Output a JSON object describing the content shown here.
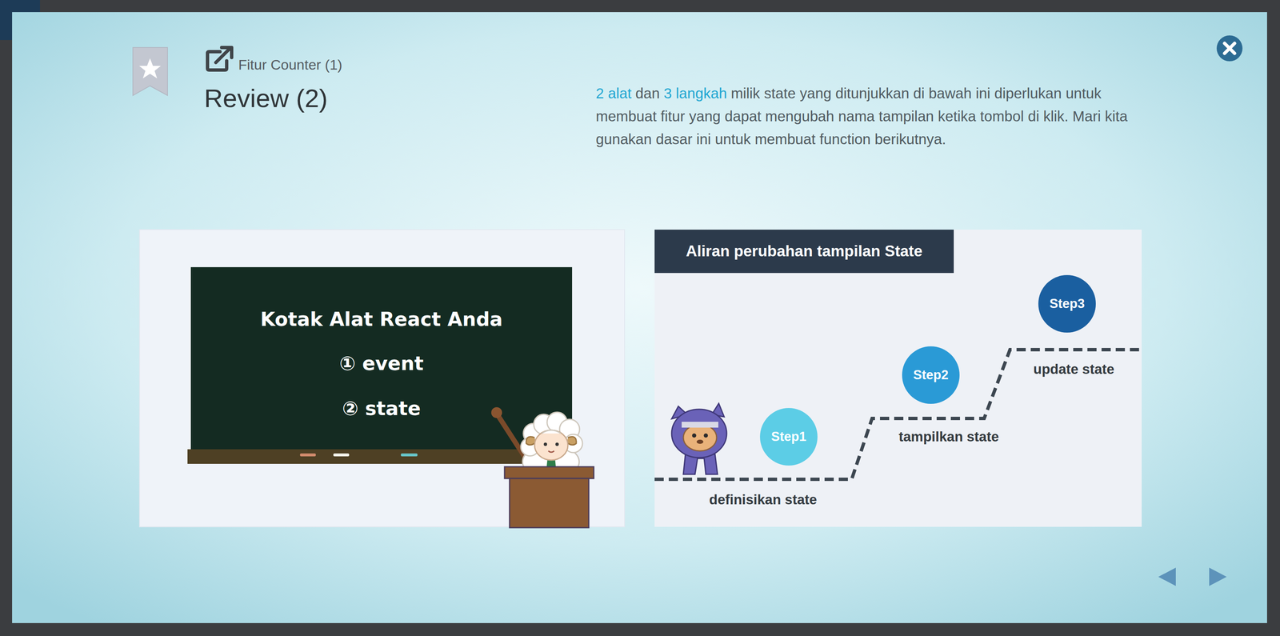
{
  "diagram": {
    "title": "Review (2)",
    "nodes": [
      {
        "text": [
          "Kotak Alat React Anda",
          "① event",
          "② state"
        ]
      },
      {
        "text": [
          "Aliran perubahan tampilan State"
        ]
      },
      {
        "text": [
          "Step1"
        ]
      },
      {
        "text": [
          "Step2"
        ]
      },
      {
        "text": [
          "Step3"
        ]
      }
    ],
    "edges": [],
    "labels": [
      "Fitur Counter (1)",
      "2 alat",
      "dan",
      "3 langkah",
      "milik state yang ditunjukkan di bawah ini diperlukan untuk membuat fitur yang dapat mengubah nama tampilan ketika tombol di klik. Mari kita gunakan dasar ini untuk membuat function berikutnya.",
      "definisikan state",
      "tampilkan state",
      "update state"
    ]
  }
}
